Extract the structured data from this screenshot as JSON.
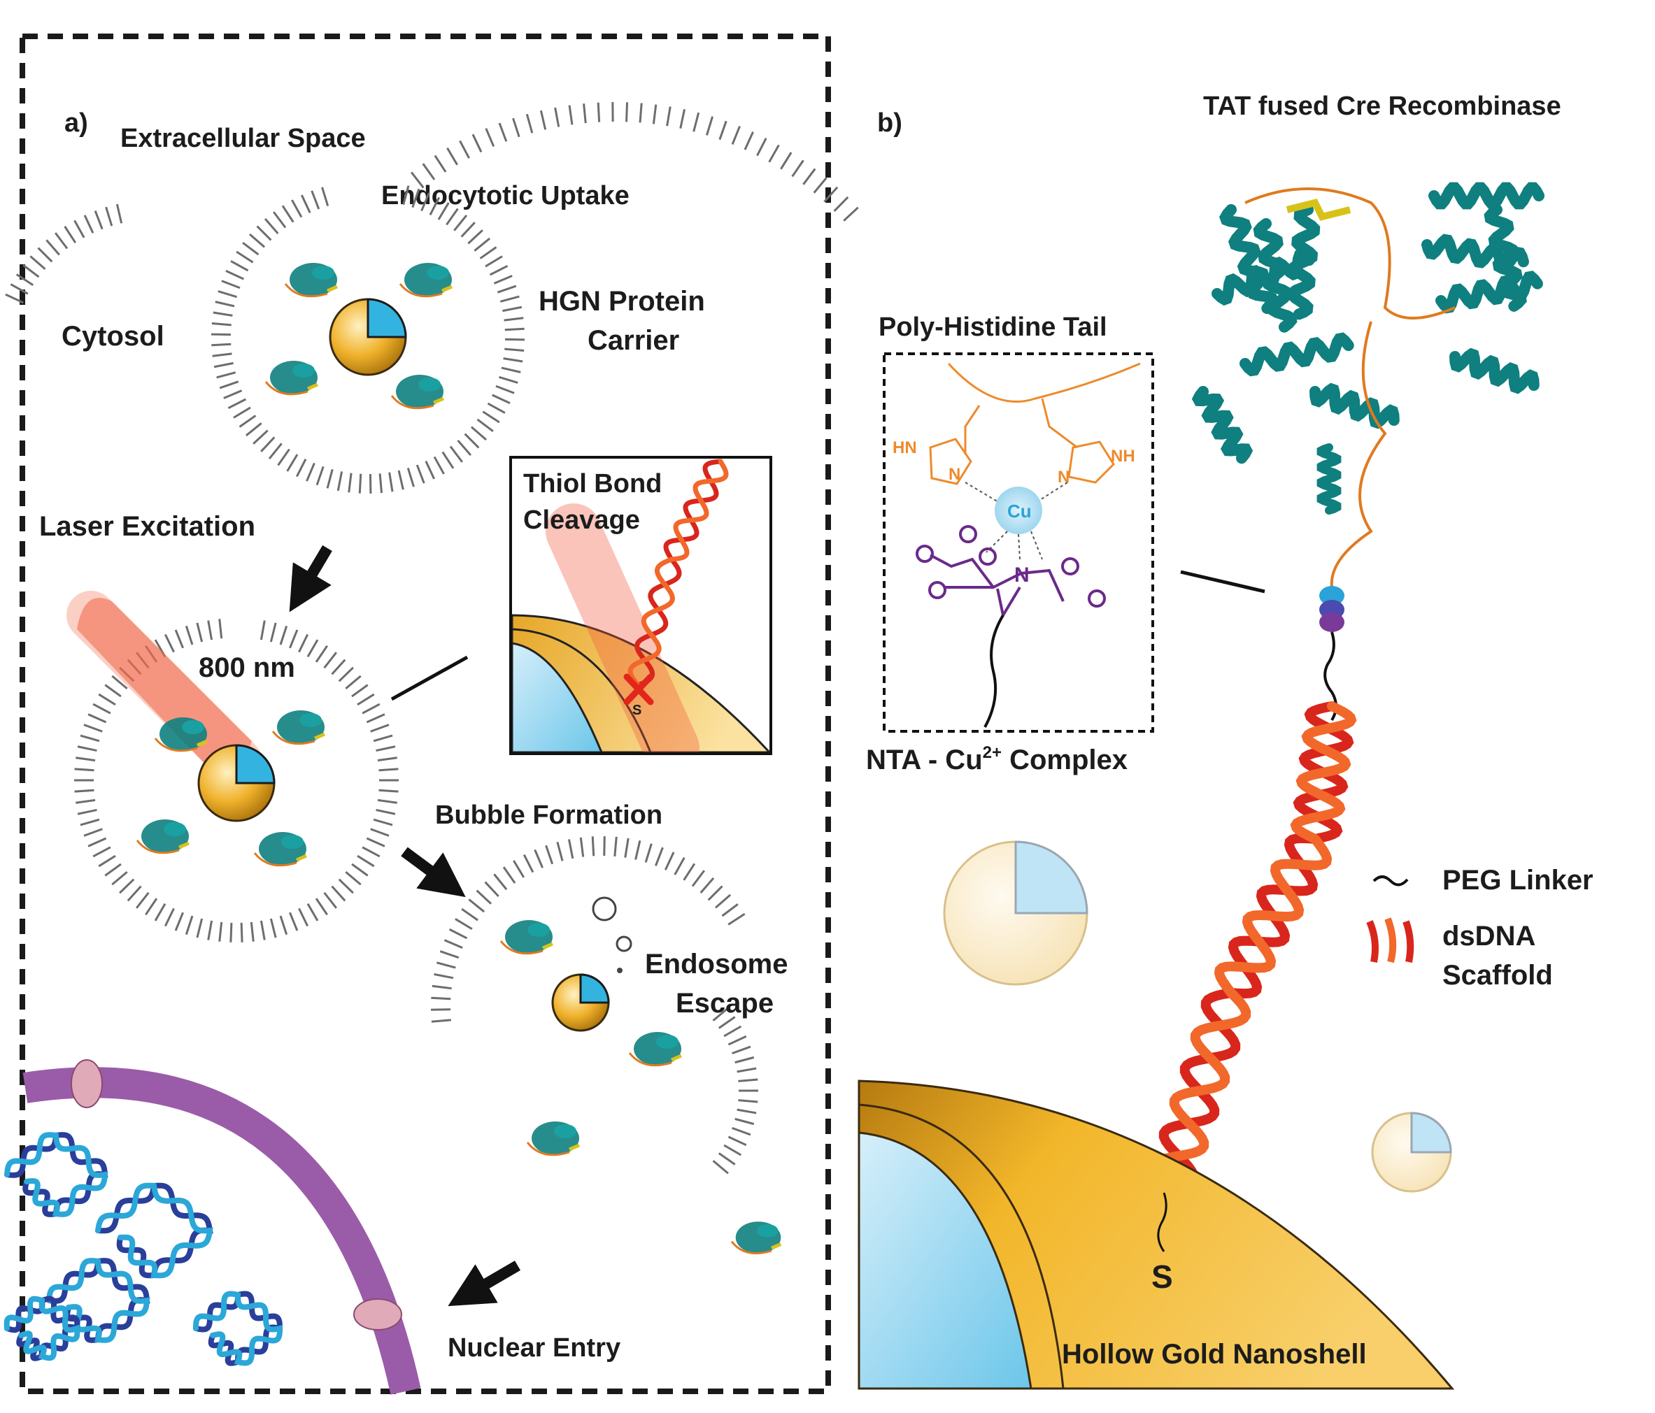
{
  "panel_a": {
    "label": "a)",
    "extracellular_space": "Extracellular Space",
    "endocytotic_uptake": "Endocytotic Uptake",
    "cytosol": "Cytosol",
    "carrier_line1": "HGN Protein",
    "carrier_line2": "Carrier",
    "laser_excitation": "Laser Excitation",
    "wavelength": "800 nm",
    "thiol_line1": "Thiol Bond",
    "thiol_line2": "Cleavage",
    "thiol_atom": "S",
    "bubble_formation": "Bubble Formation",
    "escape_line1": "Endosome",
    "escape_line2": "Escape",
    "nuclear_entry": "Nuclear Entry"
  },
  "panel_b": {
    "label": "b)",
    "protein": "TAT fused Cre Recombinase",
    "histidine_tail": "Poly-Histidine Tail",
    "complex_prefix": "NTA - Cu",
    "complex_charge": "2+",
    "complex_suffix": " Complex",
    "hn_left": "HN",
    "n_left": "N",
    "nh_right": "NH",
    "n_right": "N",
    "cu": "Cu",
    "n_center": "N",
    "legend_peg": "PEG Linker",
    "legend_dsdna_line1": "dsDNA",
    "legend_dsdna_line2": "Scaffold",
    "sulfur": "S",
    "nanoshell": "Hollow Gold Nanoshell"
  },
  "colors": {
    "gold": "#f0b22c",
    "gold_dark": "#c98a12",
    "gold_light": "#fbe7b7",
    "shell_inner": "#bfe4f5",
    "cyan_core": "#33b3e0",
    "protein_teal": "#0f7f7f",
    "protein_orange": "#e07a1f",
    "protein_yellow": "#d8c21a",
    "dna_red": "#d9261c",
    "dna_orange": "#f2682a",
    "laser_red": "#f25a3c",
    "nuclear_purple": "#9a5ca8",
    "nuclear_pore_pink": "#e0aab8",
    "chromatin_blue": "#2a3f9a",
    "chromatin_cyan": "#2ba7d8",
    "histidine_orange": "#ee8a2a",
    "nta_purple": "#6a2a8a",
    "cu_blue": "#2aa3d8",
    "lipid_gray": "#6d6d6d"
  }
}
